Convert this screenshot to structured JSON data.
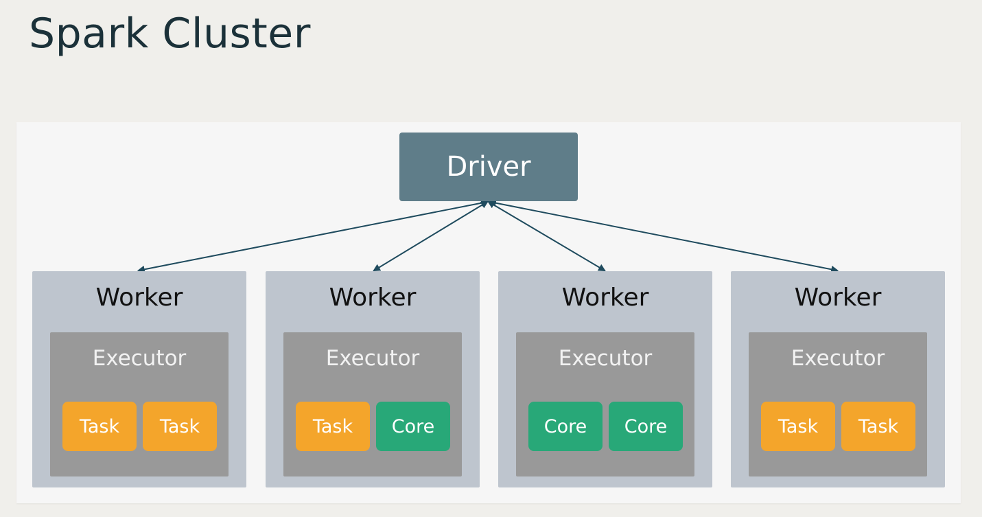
{
  "title": "Spark Cluster",
  "driver": {
    "label": "Driver"
  },
  "colors": {
    "background": "#f0efeb",
    "panel": "#f6f6f6",
    "driver": "#5f7d89",
    "worker": "#bec5ce",
    "executor": "#999999",
    "task": "#f4a52b",
    "core": "#28a878",
    "arrow": "#1f4b5e",
    "title": "#1b3139"
  },
  "workers": [
    {
      "label": "Worker",
      "executor": {
        "label": "Executor",
        "slots": [
          {
            "type": "task",
            "label": "Task"
          },
          {
            "type": "task",
            "label": "Task"
          }
        ]
      }
    },
    {
      "label": "Worker",
      "executor": {
        "label": "Executor",
        "slots": [
          {
            "type": "task",
            "label": "Task"
          },
          {
            "type": "core",
            "label": "Core"
          }
        ]
      }
    },
    {
      "label": "Worker",
      "executor": {
        "label": "Executor",
        "slots": [
          {
            "type": "core",
            "label": "Core"
          },
          {
            "type": "core",
            "label": "Core"
          }
        ]
      }
    },
    {
      "label": "Worker",
      "executor": {
        "label": "Executor",
        "slots": [
          {
            "type": "task",
            "label": "Task"
          },
          {
            "type": "task",
            "label": "Task"
          }
        ]
      }
    }
  ]
}
